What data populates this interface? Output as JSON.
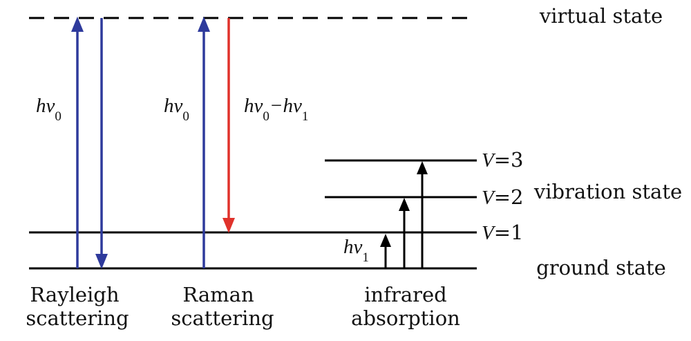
{
  "levels": {
    "virtual_state": "virtual state",
    "vibration_state": "vibration state",
    "ground_state": "ground state",
    "v_label_var": "V",
    "v3_value": "=3",
    "v2_value": "=2",
    "v1_value": "=1"
  },
  "transitions": {
    "h": "h",
    "nu": "ν",
    "sub0": "0",
    "sub1": "1",
    "minus": "−"
  },
  "categories": {
    "rayleigh_line1": "Rayleigh",
    "rayleigh_line2": "scattering",
    "raman_line1": "Raman",
    "raman_line2": "scattering",
    "infrared_line1": "infrared",
    "infrared_line2": "absorption"
  },
  "colors": {
    "excitation_arrow": "#2e3a9c",
    "stokes_arrow": "#e0322b",
    "ir_arrow": "#000000",
    "level_line": "#000000"
  }
}
